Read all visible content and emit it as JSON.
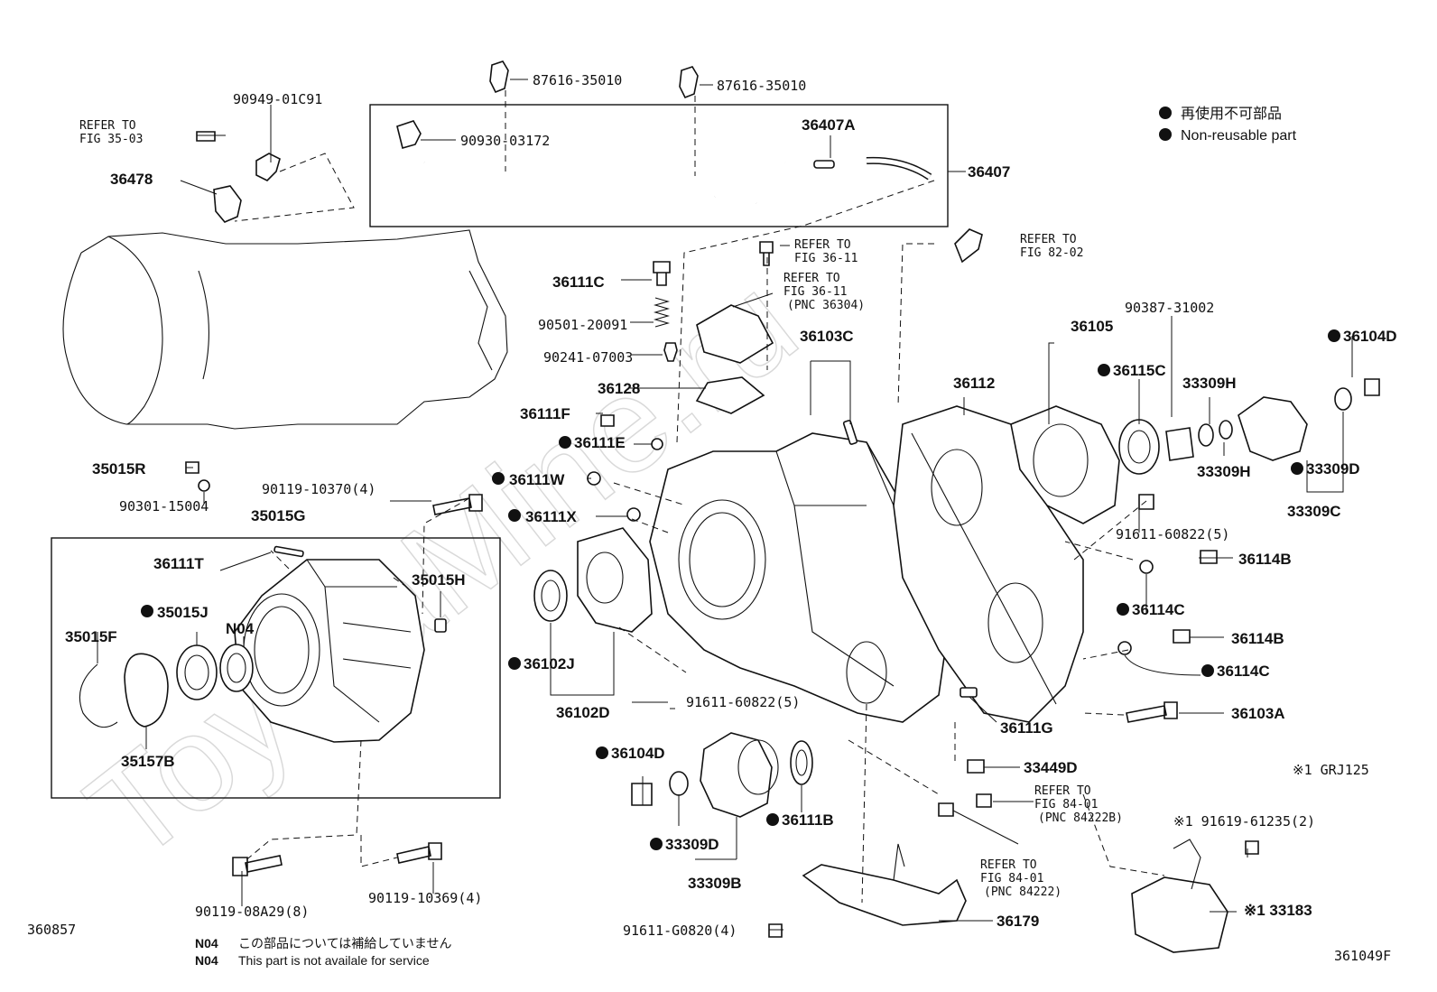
{
  "watermark": "ToyotaMine.ru",
  "legend": {
    "jp": "再使用不可部品",
    "en": "Non-reusable part"
  },
  "diagram_ids": {
    "left": "360857",
    "right": "361049F"
  },
  "notes": [
    {
      "code": "N04",
      "text": "この部品については補給していません"
    },
    {
      "code": "N04",
      "text": "This part is not availale for service"
    }
  ],
  "footnote": "※1 GRJ125",
  "refs": [
    {
      "line1": "REFER TO",
      "line2": "FIG 35-03",
      "line3": ""
    },
    {
      "line1": "REFER TO",
      "line2": "FIG 36-11",
      "line3": ""
    },
    {
      "line1": "REFER TO",
      "line2": "FIG 36-11",
      "line3": "(PNC 36304)"
    },
    {
      "line1": "REFER TO",
      "line2": "FIG 82-02",
      "line3": ""
    },
    {
      "line1": "REFER TO",
      "line2": "FIG 84-01",
      "line3": "(PNC 84222B)"
    },
    {
      "line1": "REFER TO",
      "line2": "FIG 84-01",
      "line3": "(PNC 84222)"
    }
  ],
  "parts": [
    {
      "id": "87616a",
      "label": "87616-35010"
    },
    {
      "id": "87616b",
      "label": "87616-35010"
    },
    {
      "id": "90949",
      "label": "90949-01C91"
    },
    {
      "id": "90930",
      "label": "90930-03172"
    },
    {
      "id": "36407A",
      "label": "36407A"
    },
    {
      "id": "36407",
      "label": "36407"
    },
    {
      "id": "36478",
      "label": "36478"
    },
    {
      "id": "36111C",
      "label": "36111C"
    },
    {
      "id": "90501",
      "label": "90501-20091"
    },
    {
      "id": "90241",
      "label": "90241-07003"
    },
    {
      "id": "36128",
      "label": "36128"
    },
    {
      "id": "36111F",
      "label": "36111F"
    },
    {
      "id": "36111E",
      "label": "36111E"
    },
    {
      "id": "36103C",
      "label": "36103C"
    },
    {
      "id": "36112",
      "label": "36112"
    },
    {
      "id": "36105",
      "label": "36105"
    },
    {
      "id": "90387",
      "label": "90387-31002"
    },
    {
      "id": "36104Da",
      "label": "36104D"
    },
    {
      "id": "36115C",
      "label": "36115C"
    },
    {
      "id": "33309Ha",
      "label": "33309H"
    },
    {
      "id": "33309Hb",
      "label": "33309H"
    },
    {
      "id": "33309Da",
      "label": "33309D"
    },
    {
      "id": "33309C",
      "label": "33309C"
    },
    {
      "id": "35015R",
      "label": "35015R"
    },
    {
      "id": "90301",
      "label": "90301-15004"
    },
    {
      "id": "90119a",
      "label": "90119-10370(4)"
    },
    {
      "id": "35015G",
      "label": "35015G"
    },
    {
      "id": "36111W",
      "label": "36111W"
    },
    {
      "id": "36111X",
      "label": "36111X"
    },
    {
      "id": "36111T",
      "label": "36111T"
    },
    {
      "id": "35015H",
      "label": "35015H"
    },
    {
      "id": "35015J",
      "label": "35015J"
    },
    {
      "id": "N04",
      "label": "N04"
    },
    {
      "id": "35015F",
      "label": "35015F"
    },
    {
      "id": "35157B",
      "label": "35157B"
    },
    {
      "id": "36102J",
      "label": "36102J"
    },
    {
      "id": "36102D",
      "label": "36102D"
    },
    {
      "id": "91611a",
      "label": "91611-60822(5)"
    },
    {
      "id": "91611b",
      "label": "91611-60822(5)"
    },
    {
      "id": "36114Ba",
      "label": "36114B"
    },
    {
      "id": "36114Ca",
      "label": "36114C"
    },
    {
      "id": "36114Bb",
      "label": "36114B"
    },
    {
      "id": "36114Cb",
      "label": "36114C"
    },
    {
      "id": "36103A",
      "label": "36103A"
    },
    {
      "id": "36111G",
      "label": "36111G"
    },
    {
      "id": "33449D",
      "label": "33449D"
    },
    {
      "id": "36104Db",
      "label": "36104D"
    },
    {
      "id": "36111B",
      "label": "36111B"
    },
    {
      "id": "33309Db",
      "label": "33309D"
    },
    {
      "id": "33309B",
      "label": "33309B"
    },
    {
      "id": "91619",
      "label": "※1 91619-61235(2)"
    },
    {
      "id": "33183",
      "label": "※1 33183"
    },
    {
      "id": "36179",
      "label": "36179"
    },
    {
      "id": "91611G",
      "label": "91611-G0820(4)"
    },
    {
      "id": "90119b",
      "label": "90119-10369(4)"
    },
    {
      "id": "90119c",
      "label": "90119-08A29(8)"
    }
  ]
}
